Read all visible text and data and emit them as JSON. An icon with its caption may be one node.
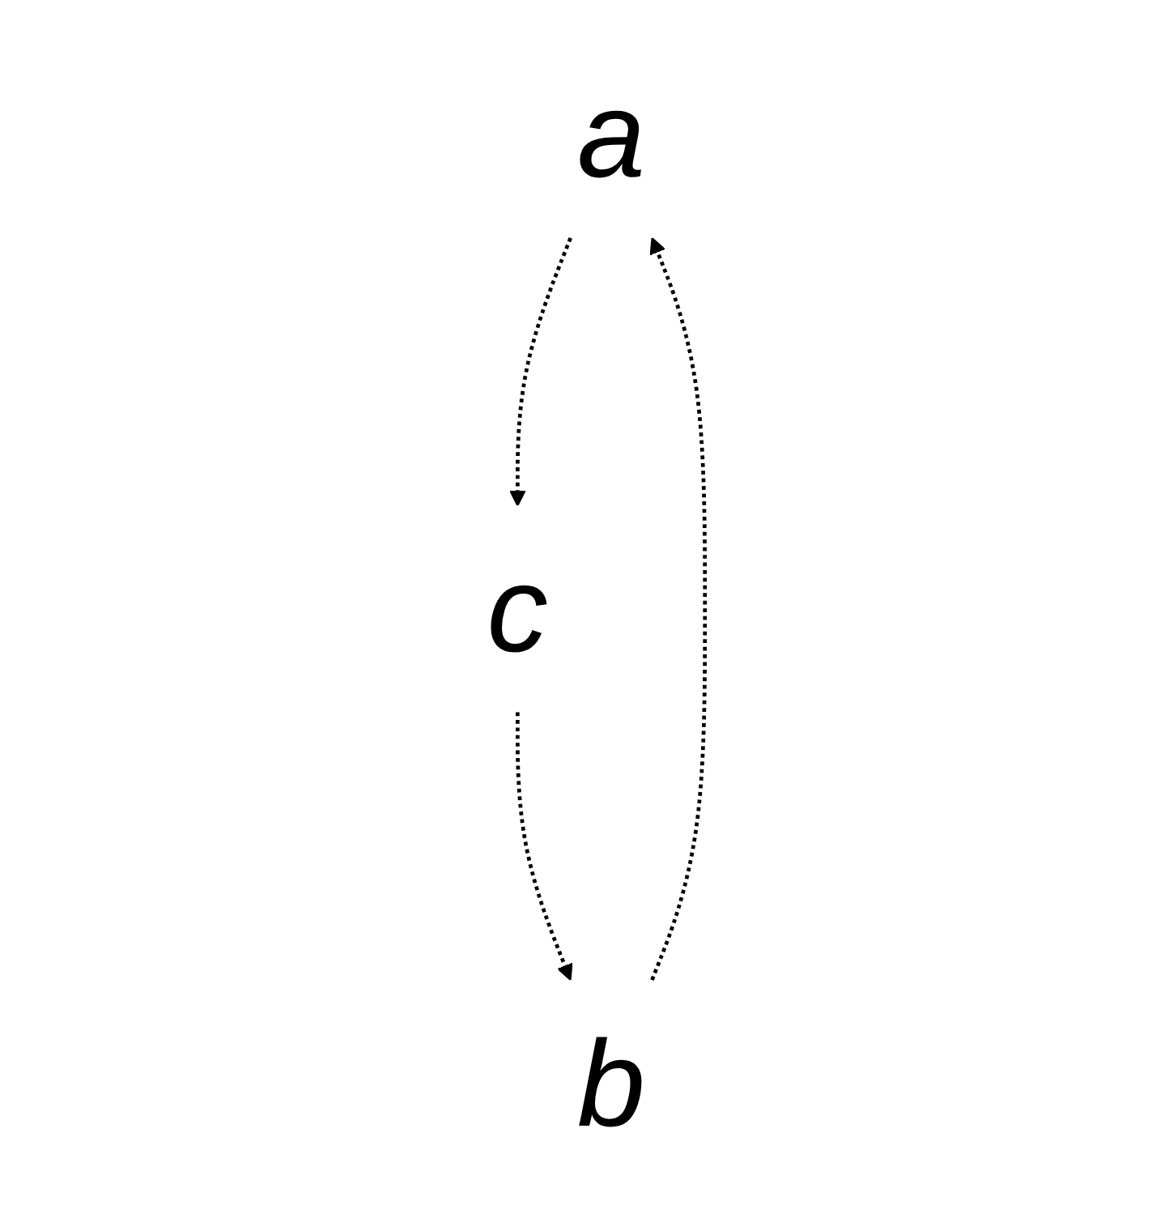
{
  "diagram": {
    "nodes": [
      {
        "text": [
          "a"
        ]
      },
      {
        "text": [
          "b"
        ]
      },
      {
        "text": [
          "c"
        ]
      }
    ],
    "edges": [
      {
        "from": 0,
        "to": 2,
        "arrow": "to",
        "style": "dashed"
      },
      {
        "from": 2,
        "to": 1,
        "arrow": "to",
        "style": "dashed"
      },
      {
        "from": 1,
        "to": 0,
        "arrow": "to",
        "style": "dashed"
      }
    ]
  }
}
